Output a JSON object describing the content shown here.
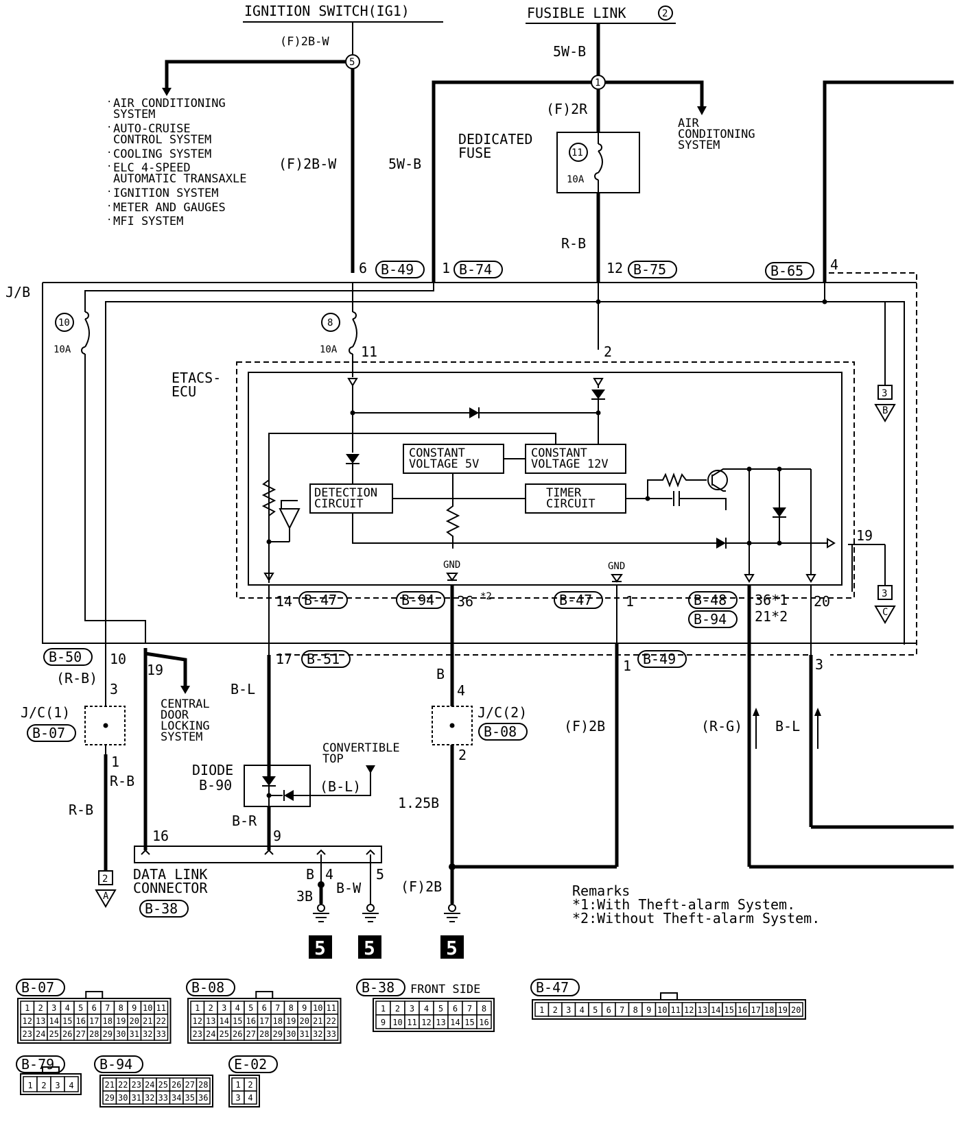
{
  "labels": {
    "ignition_switch": "IGNITION SWITCH(IG1)",
    "fusible_link": "FUSIBLE LINK",
    "fusible_link_num": "2",
    "w_f2bw_top": "(F)2B-W",
    "w_f2bw_mid": "(F)2B-W",
    "w_5wb_top": "5W-B",
    "w_5wb_mid": "5W-B",
    "w_f2r": "(F)2R",
    "w_rb_fuse": "R-B",
    "junction_5": "5",
    "junction_1": "1",
    "dedicated_fuse_l1": "DEDICATED",
    "dedicated_fuse_l2": "FUSE",
    "fuse_11": "11",
    "fuse_11_amp": "10A",
    "ac_system_l1": "AIR",
    "ac_system_l2": "CONDITONING",
    "ac_system_l3": "SYSTEM",
    "jb": "J/B",
    "fuse_10": "10",
    "fuse_10_amp": "10A",
    "fuse_8": "8",
    "fuse_8_amp": "10A",
    "etacs_l1": "ETACS-",
    "etacs_l2": "ECU",
    "const_5v_l1": "CONSTANT",
    "const_5v_l2": "VOLTAGE 5V",
    "const_12v_l1": "CONSTANT",
    "const_12v_l2": "VOLTAGE 12V",
    "detect_l1": "DETECTION",
    "detect_l2": "CIRCUIT",
    "timer_l1": "TIMER",
    "timer_l2": "CIRCUIT",
    "gnd1": "GND",
    "gnd2": "GND",
    "central_door_l1": "CENTRAL",
    "central_door_l2": "DOOR",
    "central_door_l3": "LOCKING",
    "central_door_l4": "SYSTEM",
    "jc1": "J/C(1)",
    "jc2": "J/C(2)",
    "diode_l1": "DIODE",
    "diode_l2": "B-90",
    "convertible_l1": "CONVERTIBLE",
    "convertible_l2": "TOP",
    "dlc_l1": "DATA LINK",
    "dlc_l2": "CONNECTOR",
    "w_rb_paren": "(R-B)",
    "w_rb_1": "R-B",
    "w_rb_2": "R-B",
    "w_bl_1": "B-L",
    "w_bl_paren": "(B-L)",
    "w_br": "B-R",
    "w_b_jc2": "B",
    "w_125b": "1.25B",
    "w_f2b_mid": "(F)2B",
    "w_f2b_bot": "(F)2B",
    "w_rg": "(R-G)",
    "w_bl_right": "B-L",
    "w_b_dlc": "B",
    "w_3b": "3B",
    "w_bw": "B-W",
    "remarks": "Remarks",
    "remark1": "*1:With Theft-alarm System.",
    "remark2": "*2:Without Theft-alarm System.",
    "front_side": "FRONT SIDE",
    "ref_2": "2",
    "ref_3a": "3",
    "ref_3b": "3",
    "sheet_a": "A",
    "sheet_b": "B",
    "sheet_c": "C",
    "ground_5a": "5",
    "ground_5b": "5",
    "ground_5c": "5"
  },
  "ac_systems": [
    "AIR CONDITIONING",
    "SYSTEM",
    "AUTO-CRUISE",
    "CONTROL SYSTEM",
    "COOLING SYSTEM",
    "ELC 4-SPEED",
    "AUTOMATIC TRANSAXLE",
    "IGNITION SYSTEM",
    "METER AND GAUGES",
    "MFI SYSTEM"
  ],
  "pins": {
    "p6": "6",
    "p1a": "1",
    "p12": "12",
    "p4a": "4",
    "p11": "11",
    "p2a": "2",
    "p19a": "19",
    "p14": "14",
    "p36": "36",
    "p36s": "*2",
    "p1b": "1",
    "p36b": "36*1",
    "p21b": "21*2",
    "p20": "20",
    "p10": "10",
    "p19b": "19",
    "p17": "17",
    "p1c": "1",
    "p3a": "3",
    "p3b": "3",
    "p1d": "1",
    "p4b": "4",
    "p2b": "2",
    "p16": "16",
    "p9": "9",
    "p4c": "4",
    "p5": "5"
  },
  "connectors": {
    "b49a": "B-49",
    "b74": "B-74",
    "b75": "B-75",
    "b65": "B-65",
    "b47a": "B-47",
    "b94a": "B-94",
    "b47b": "B-47",
    "b48": "B-48",
    "b94b": "B-94",
    "b50": "B-50",
    "b51": "B-51",
    "b49b": "B-49",
    "b07": "B-07",
    "b08": "B-08",
    "b38": "B-38"
  },
  "connector_views": {
    "b07": {
      "name": "B-07",
      "rows": [
        [
          "1",
          "2",
          "3",
          "4",
          "5",
          "6",
          "7",
          "8",
          "9",
          "10",
          "11"
        ],
        [
          "12",
          "13",
          "14",
          "15",
          "16",
          "17",
          "18",
          "19",
          "20",
          "21",
          "22"
        ],
        [
          "23",
          "24",
          "25",
          "26",
          "27",
          "28",
          "29",
          "30",
          "31",
          "32",
          "33"
        ]
      ]
    },
    "b08": {
      "name": "B-08",
      "rows": [
        [
          "1",
          "2",
          "3",
          "4",
          "5",
          "6",
          "7",
          "8",
          "9",
          "10",
          "11"
        ],
        [
          "12",
          "13",
          "14",
          "15",
          "16",
          "17",
          "18",
          "19",
          "20",
          "21",
          "22"
        ],
        [
          "23",
          "24",
          "25",
          "26",
          "27",
          "28",
          "29",
          "30",
          "31",
          "32",
          "33"
        ]
      ]
    },
    "b38": {
      "name": "B-38",
      "rows": [
        [
          "1",
          "2",
          "3",
          "4",
          "5",
          "6",
          "7",
          "8"
        ],
        [
          "9",
          "10",
          "11",
          "12",
          "13",
          "14",
          "15",
          "16"
        ]
      ]
    },
    "b47": {
      "name": "B-47",
      "rows": [
        [
          "1",
          "2",
          "3",
          "4",
          "5",
          "6",
          "7",
          "8",
          "9",
          "10",
          "11",
          "12",
          "13",
          "14",
          "15",
          "16",
          "17",
          "18",
          "19",
          "20"
        ]
      ]
    },
    "b79": {
      "name": "B-79",
      "rows": [
        [
          "1",
          "2",
          "3",
          "4"
        ]
      ]
    },
    "b94": {
      "name": "B-94",
      "rows": [
        [
          "21",
          "22",
          "23",
          "24",
          "25",
          "26",
          "27",
          "28"
        ],
        [
          "29",
          "30",
          "31",
          "32",
          "33",
          "34",
          "35",
          "36"
        ]
      ]
    },
    "e02": {
      "name": "E-02",
      "rows": [
        [
          "1",
          "2"
        ],
        [
          "3",
          "4"
        ]
      ]
    }
  }
}
